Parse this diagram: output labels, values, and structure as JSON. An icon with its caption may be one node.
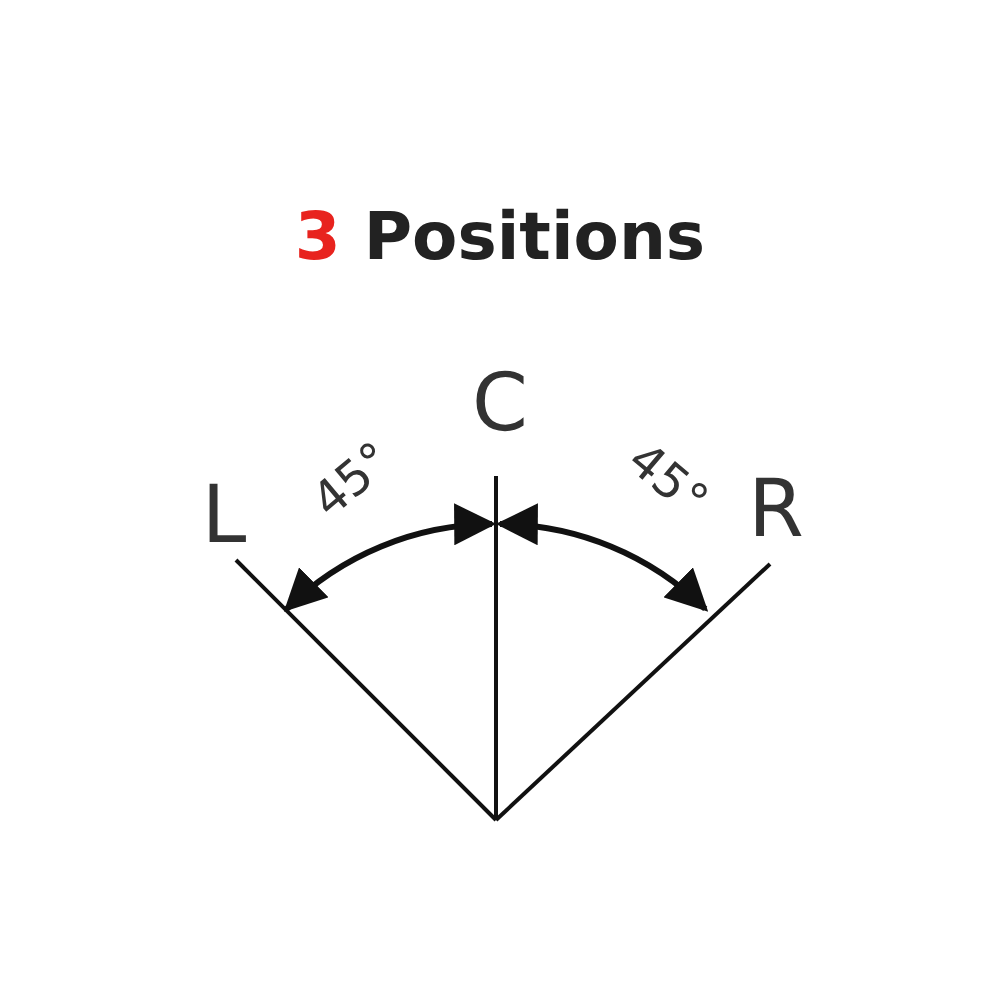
{
  "diagram": {
    "title": "3 Positions",
    "labels": [
      "C",
      "L",
      "45°",
      "45°",
      "R"
    ]
  }
}
